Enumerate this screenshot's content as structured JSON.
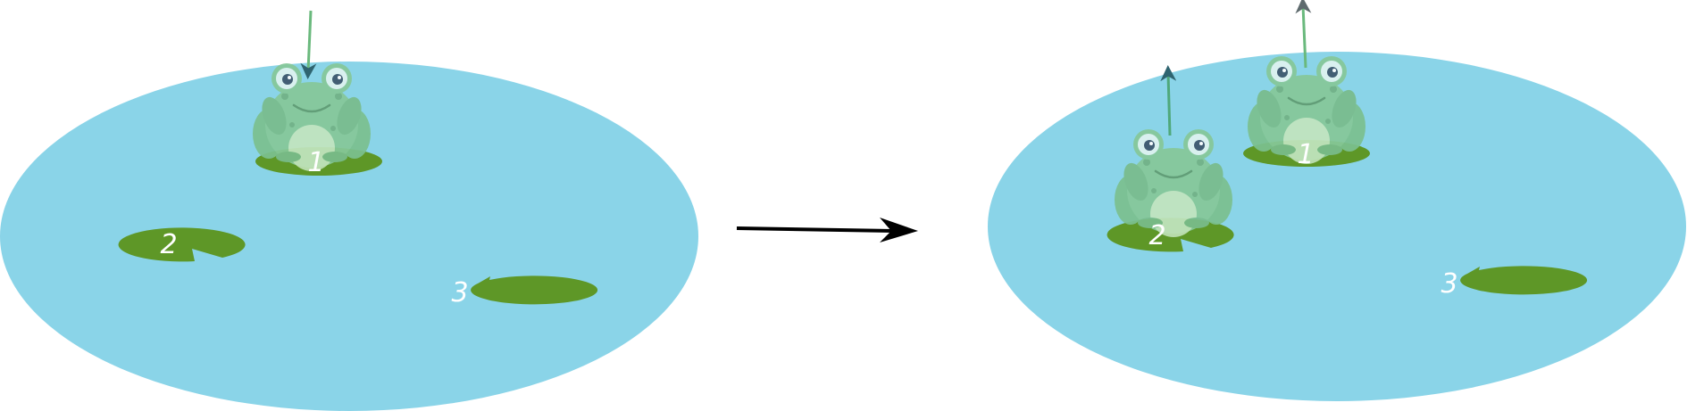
{
  "colors": {
    "pond": "#8ad4e8",
    "lily_pad": "#5e9727",
    "frog_body": "#86c899",
    "frog_belly": "#c9e8c3",
    "frog_eye": "#3d566c",
    "arrow_green": "#6ab97d",
    "arrow_head_dark": "#2f6470",
    "transition_arrow": "#000000"
  },
  "panels": [
    {
      "name": "before",
      "pads": [
        {
          "id": "1",
          "label": "1",
          "occupied": true,
          "motion": "landing"
        },
        {
          "id": "2",
          "label": "2",
          "occupied": false
        },
        {
          "id": "3",
          "label": "3",
          "occupied": false
        }
      ]
    },
    {
      "name": "after",
      "pads": [
        {
          "id": "1",
          "label": "1",
          "occupied": true,
          "motion": "jumping"
        },
        {
          "id": "2",
          "label": "2",
          "occupied": true,
          "motion": "jumping"
        },
        {
          "id": "3",
          "label": "3",
          "occupied": false
        }
      ]
    }
  ],
  "icons": {
    "frog": "frog-icon",
    "lily_pad": "lily-pad-icon",
    "transition": "right-arrow-icon"
  }
}
